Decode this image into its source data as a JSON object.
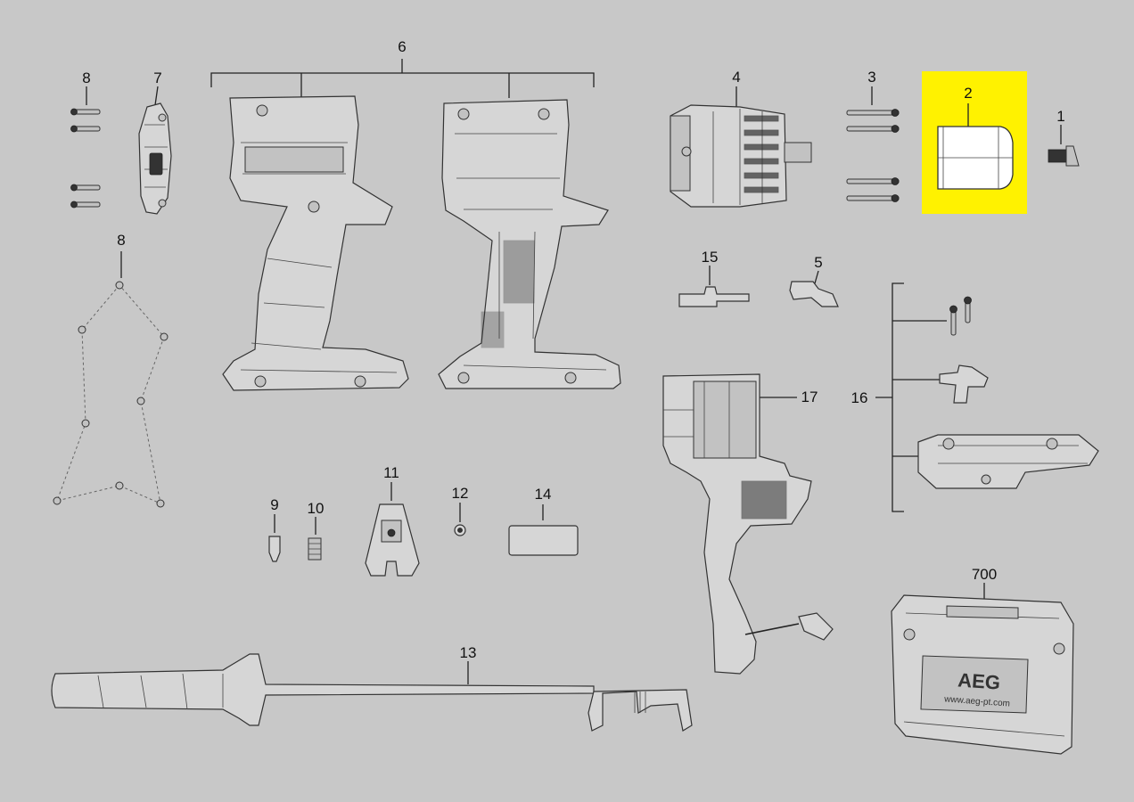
{
  "highlight": {
    "color": "#fff200"
  },
  "background": "#c8c8c8",
  "labels": {
    "p1": "1",
    "p2": "2",
    "p3": "3",
    "p4": "4",
    "p5": "5",
    "p6": "6",
    "p7": "7",
    "p8a": "8",
    "p8b": "8",
    "p9": "9",
    "p10": "10",
    "p11": "11",
    "p12": "12",
    "p13": "13",
    "p14": "14",
    "p15": "15",
    "p16": "16",
    "p17": "17",
    "p700": "700"
  },
  "case": {
    "brand": "AEG",
    "url": "www.aeg-pt.com"
  }
}
